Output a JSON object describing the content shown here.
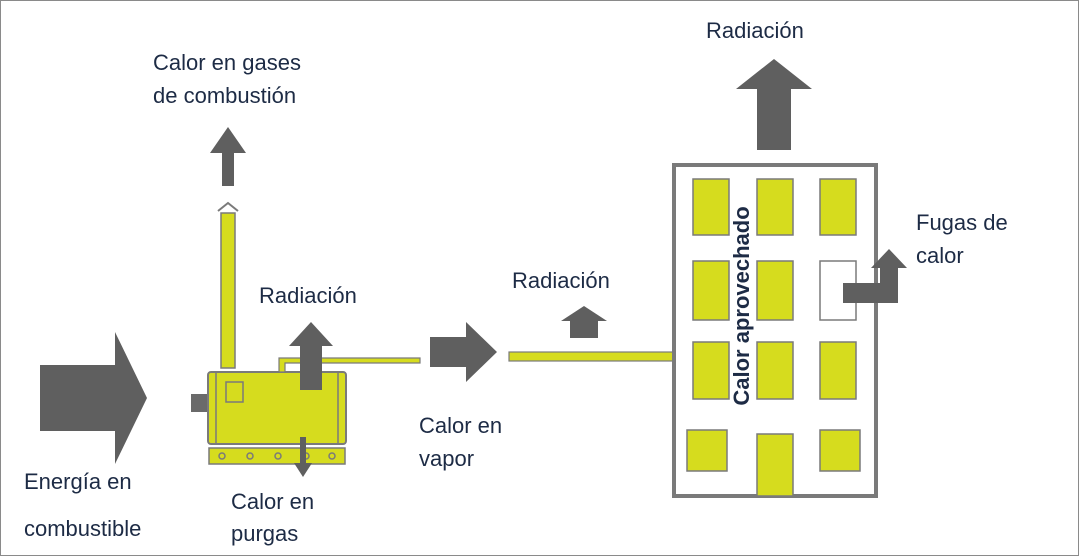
{
  "labels": {
    "energia": [
      "Energía en",
      "combustible"
    ],
    "gases": [
      "Calor en gases",
      "de combustión"
    ],
    "radiacion_caldera": "Radiación",
    "purgas": [
      "Calor en",
      "purgas"
    ],
    "vapor": [
      "Calor en",
      "vapor"
    ],
    "radiacion_tuberia": "Radiación",
    "radiacion_edificio": "Radiación",
    "fugas": [
      "Fugas de",
      "calor"
    ],
    "aprovechado": "Calor aprovechado"
  },
  "colors": {
    "arrow": "#5f5f5f",
    "yellow": "#d6dc1e",
    "outline": "#7a7a7a",
    "text": "#1d2b45"
  }
}
